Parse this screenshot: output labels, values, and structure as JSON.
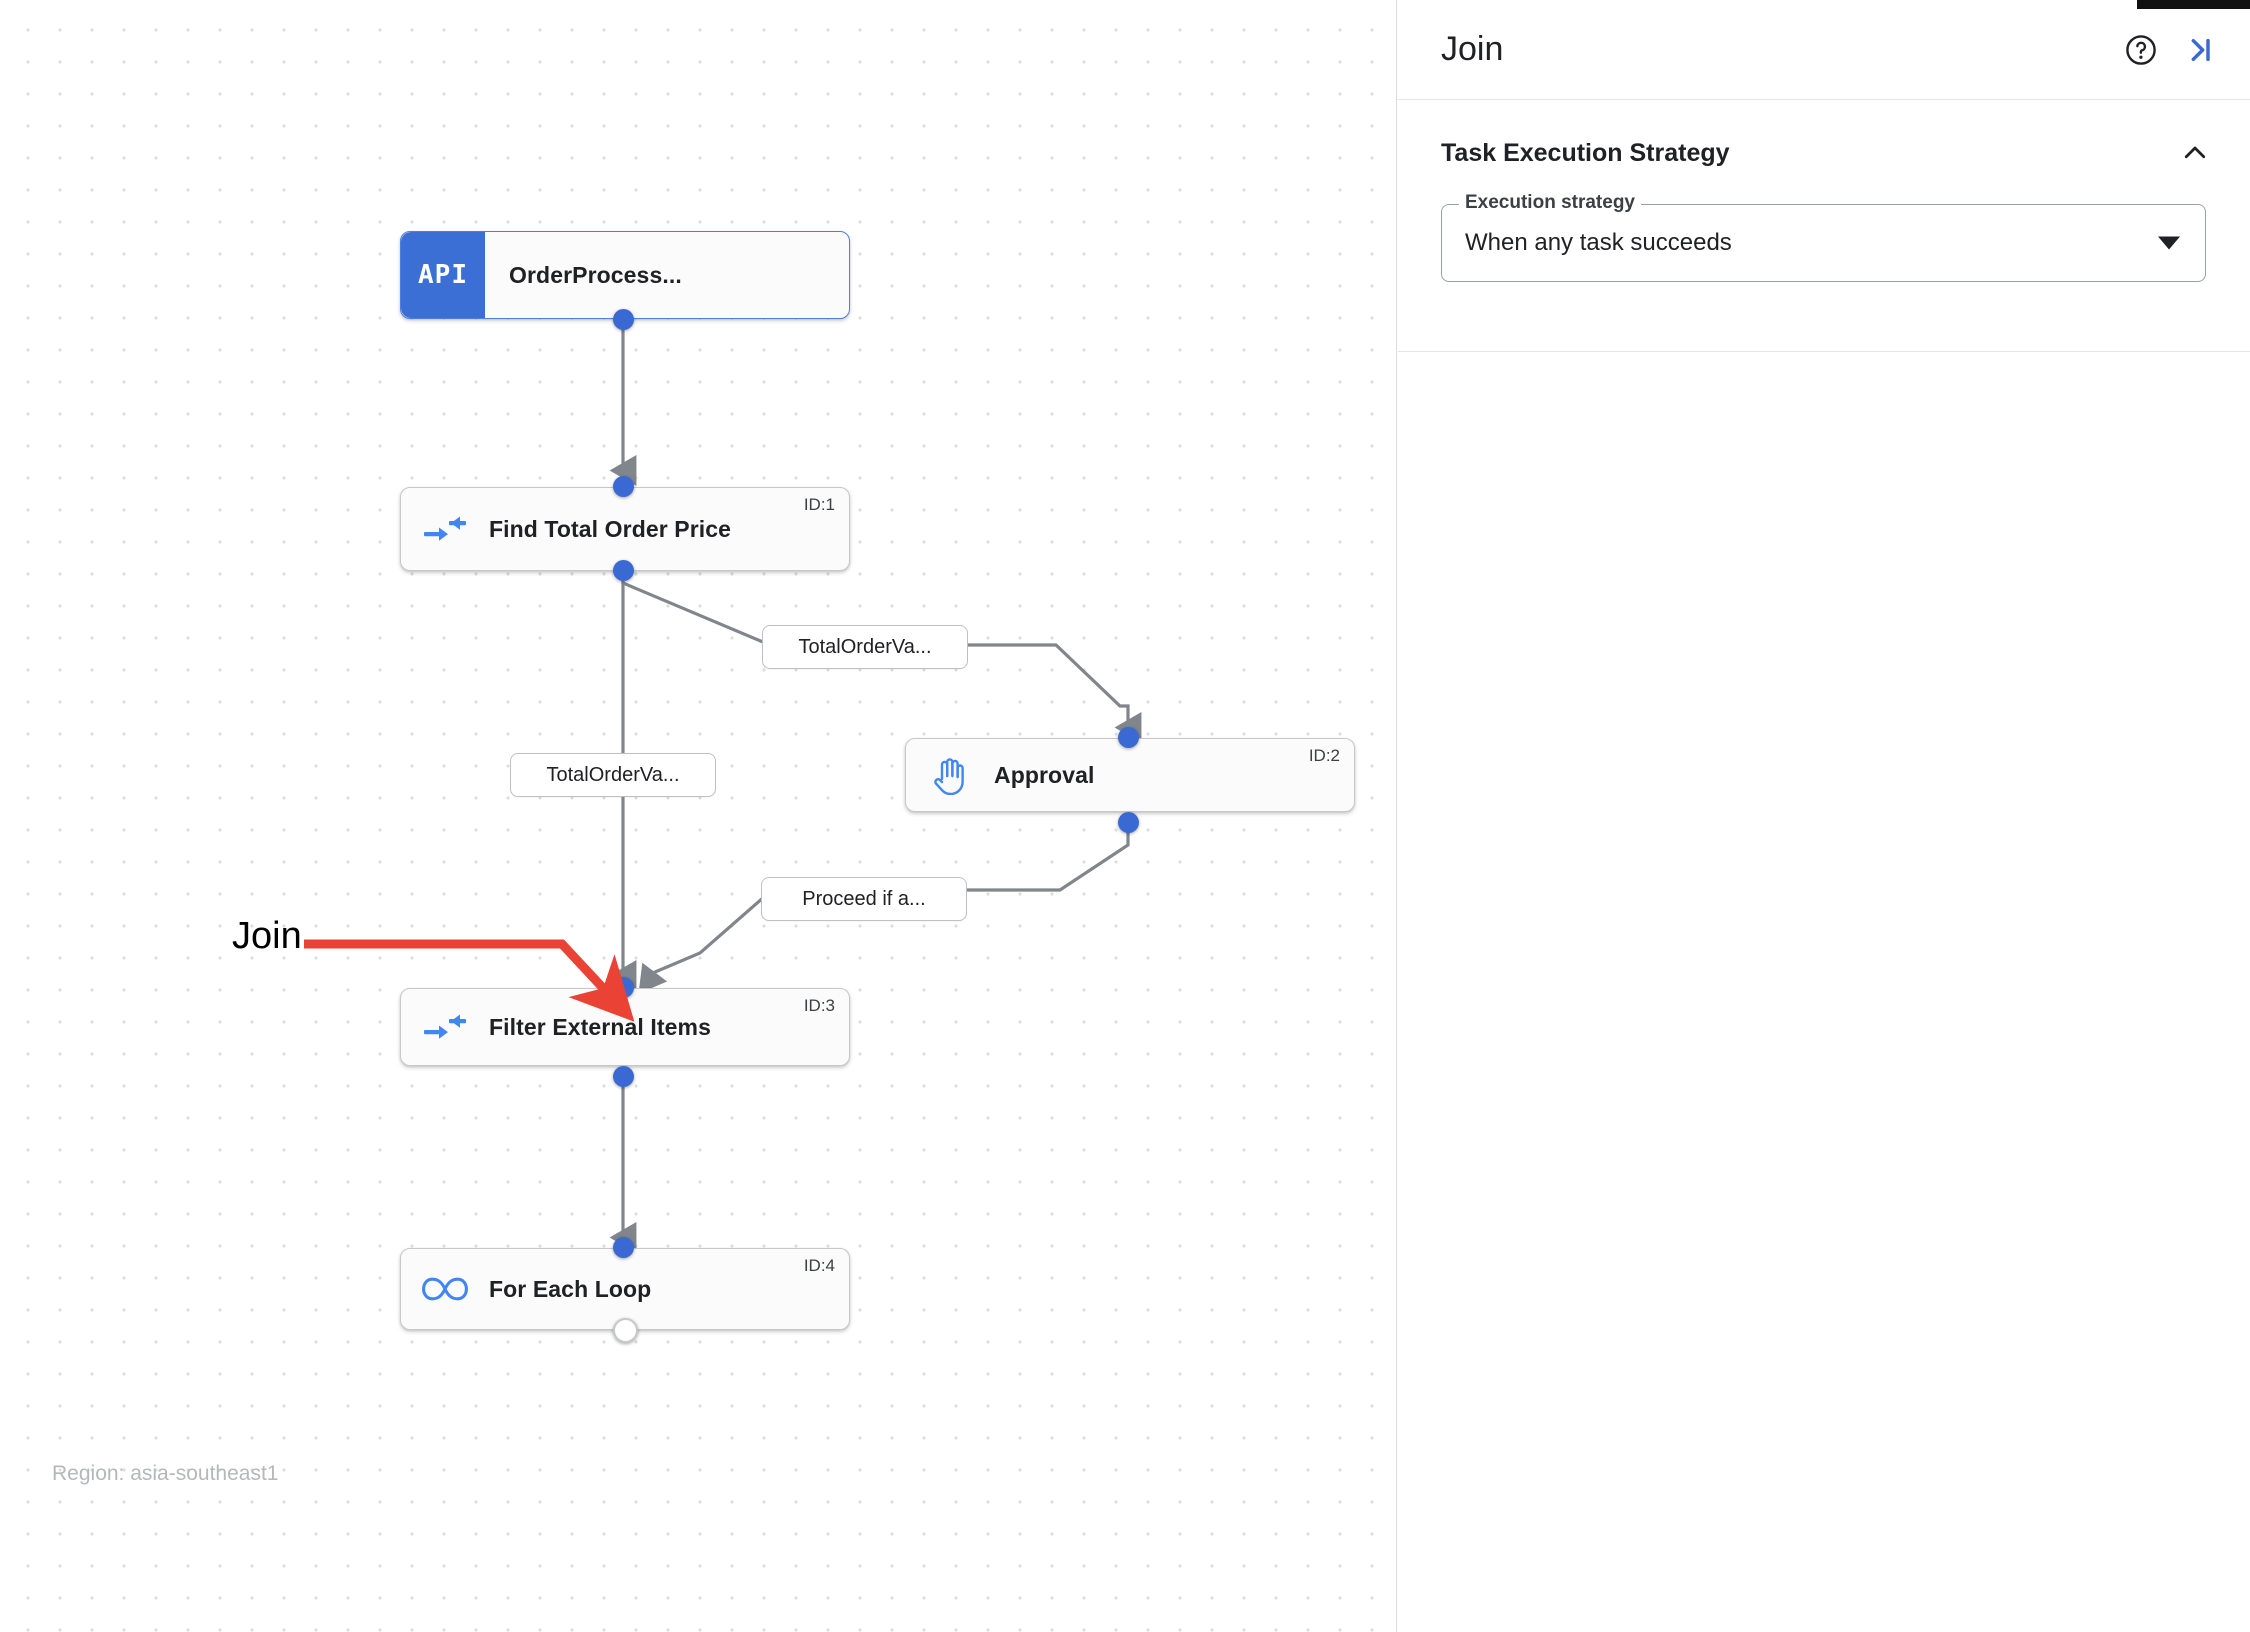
{
  "canvas": {
    "region_label": "Region: asia-southeast1",
    "annotation": {
      "label": "Join",
      "color": "#ea4335"
    },
    "nodes": [
      {
        "id": "trigger",
        "badge": "API",
        "label": "OrderProcess...",
        "id_label": "",
        "icon": "api-badge-icon"
      },
      {
        "id": "task1",
        "label": "Find Total Order Price",
        "id_label": "ID:1",
        "icon": "data-mapping-icon"
      },
      {
        "id": "task2",
        "label": "Approval",
        "id_label": "ID:2",
        "icon": "raised-hand-icon"
      },
      {
        "id": "task3",
        "label": "Filter External Items",
        "id_label": "ID:3",
        "icon": "data-mapping-icon"
      },
      {
        "id": "task4",
        "label": "For Each Loop",
        "id_label": "ID:4",
        "icon": "infinity-icon"
      }
    ],
    "edge_labels": [
      {
        "id": "edge-a",
        "text": "TotalOrderVa..."
      },
      {
        "id": "edge-b",
        "text": "TotalOrderVa..."
      },
      {
        "id": "edge-c",
        "text": "Proceed if a..."
      }
    ]
  },
  "panel": {
    "title": "Join",
    "help_icon": "help-circle-icon",
    "collapse_icon": "collapse-panel-icon",
    "section": {
      "title": "Task Execution Strategy",
      "collapse_icon": "chevron-up-icon",
      "field": {
        "label": "Execution strategy",
        "value": "When any task succeeds",
        "dropdown_icon": "chevron-down-icon"
      }
    }
  },
  "colors": {
    "accent_blue": "#3b69d4",
    "badge_blue": "#3c6fd6",
    "icon_blue": "#4285f4",
    "annotation_red": "#ea4335",
    "edge_gray": "#80868b"
  }
}
